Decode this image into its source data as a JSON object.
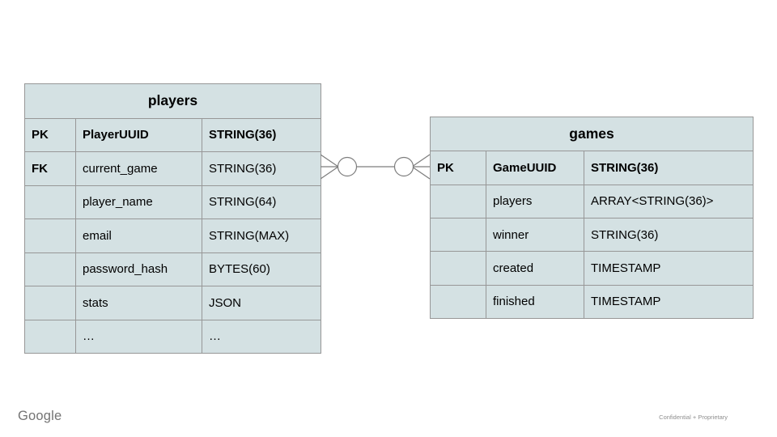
{
  "slide": {
    "footer_brand": "Google",
    "footer_note": "Confidential + Proprietary"
  },
  "colors": {
    "background": "#ffffff",
    "cell_fill": "#d4e1e3",
    "cell_border": "#979797",
    "connector_stroke": "#7d7d7d",
    "text": "#000000",
    "brand_gray": "#747474",
    "note_gray": "#8f8f8f"
  },
  "icons": {
    "relationship_left": "crow-foot-with-circle (many, optional)",
    "relationship_right": "crow-foot-with-circle (many, optional)"
  },
  "diagram": {
    "relationship": "many-to-many optional between players.current_game and games.GameUUID",
    "tables": {
      "players": {
        "title": "players",
        "rows": [
          {
            "key": "PK",
            "name": "PlayerUUID",
            "type": "STRING(36)"
          },
          {
            "key": "FK",
            "name": "current_game",
            "type": "STRING(36)"
          },
          {
            "key": "",
            "name": "player_name",
            "type": "STRING(64)"
          },
          {
            "key": "",
            "name": "email",
            "type": "STRING(MAX)"
          },
          {
            "key": "",
            "name": "password_hash",
            "type": "BYTES(60)"
          },
          {
            "key": "",
            "name": "stats",
            "type": "JSON"
          },
          {
            "key": "",
            "name": "…",
            "type": "…"
          }
        ]
      },
      "games": {
        "title": "games",
        "rows": [
          {
            "key": "PK",
            "name": "GameUUID",
            "type": "STRING(36)"
          },
          {
            "key": "",
            "name": "players",
            "type": "ARRAY<STRING(36)>"
          },
          {
            "key": "",
            "name": "winner",
            "type": "STRING(36)"
          },
          {
            "key": "",
            "name": "created",
            "type": "TIMESTAMP"
          },
          {
            "key": "",
            "name": "finished",
            "type": "TIMESTAMP"
          }
        ]
      }
    }
  }
}
